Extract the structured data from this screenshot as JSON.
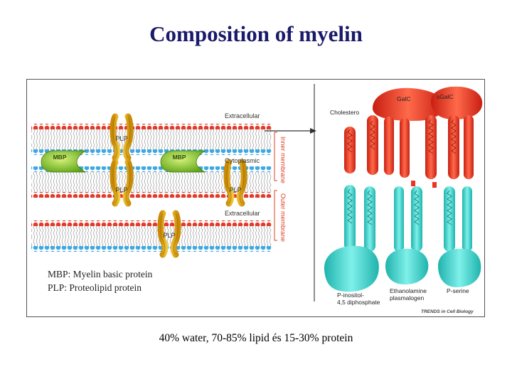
{
  "slide": {
    "title": "Composition of myelin",
    "caption": "40% water, 70-85% lipid és 15-30% protein"
  },
  "diagram": {
    "legend": [
      "MBP: Myelin basic protein",
      "PLP: Proteolipid protein"
    ],
    "proteins": {
      "plp": "PLP",
      "mbp": "MBP"
    },
    "side_labels": {
      "extracellular_top": "Extracellular",
      "cytoplasmic": "Cytoplasmic",
      "extracellular_bottom": "Extracellular",
      "inner_membrane": "Inner membrane",
      "outer_membrane": "Outer membrane"
    },
    "lipid_labels": {
      "cholesterol": "Cholestero",
      "galc": "GalC",
      "sgalc": "sGalC",
      "pi_line1": "P-inositol-",
      "pi_line2": "4,5 diphosphate",
      "etn_line1": "Ethanolamine",
      "etn_line2": "plasmalogen",
      "pserine": "P-serine"
    },
    "credit": "TRENDS in Cell Biology",
    "colors": {
      "head_red": "#e03c2c",
      "head_blue": "#3fa8e0",
      "plp": "#f0b720",
      "mbp": "#8dcc2a",
      "lipid_cyan": "#3ecfc9",
      "lipid_red": "#ee3322",
      "label_orange": "#e0402a",
      "title": "#1a1a6b"
    }
  }
}
